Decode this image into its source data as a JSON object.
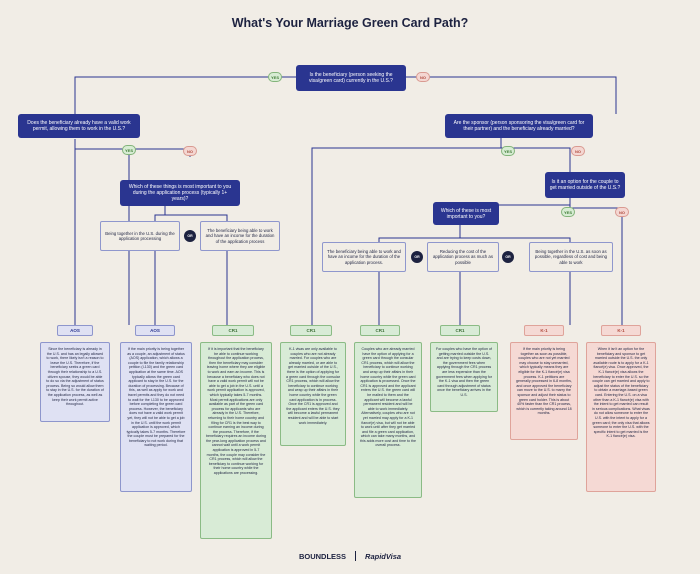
{
  "title": "What's Your Marriage Green Card Path?",
  "questions": {
    "q1": "Is the beneficiary (person seeking the visa/green card) currently in the U.S.?",
    "q2": "Does the beneficiary already have a valid work permit, allowing them to work in the U.S.?",
    "q3": "Are the sponsor (person sponsoring the visa/green card for their partner) and the beneficiary already married?",
    "q4": "Which of these things is most important to you during the application process (typically 1+ years)?",
    "q5": "Is it an option for the couple to get married outside of the U.S.?",
    "q6": "Which of these is most important to you?"
  },
  "options": {
    "o1": "Being together in the U.S. during the application processing",
    "o2": "The beneficiary being able to work and have an income for the duration of the application process",
    "o3": "The beneficiary being able to work and have an income for the duration of the application process.",
    "o4": "Reducing the cost of the application process as much as possible",
    "o5": "Being together in the U.S. as soon as possible, regardless of cost and being able to work"
  },
  "tags": {
    "yes": "YES",
    "no": "NO",
    "or": "OR"
  },
  "results": [
    {
      "label": "AOS",
      "text": "Since the beneficiary is already in the U.S. and has an legally allowed to work, there likely isn't a reason to leave the U.S. Therefore, if the beneficiary seeks a green card through their relationship to a U.S. citizen spouse, they would be able to do so via the adjustment of status process. Being so would allow them to stay in the U.S. for the duration of the application process, as well as keep their work permit active throughout."
    },
    {
      "label": "AOS",
      "text": "If the main priority is being together as a couple, an adjustment of status (AOS) application, which allows a couple to file the family relationship petition (I-130) and the green card application at the same time. AOS typically allows the green card applicant to stay in the U.S. for the duration of processing. Because of this, as well as apply for work and travel permits and they do not need to wait for the I-130 to be approved before completing the green card process. However, the beneficiary does not have a valid work permit yet, they will not be able to get a job in the U.S. until the work permit application is approved, which typically takes 5-7 months. Therefore the couple must be prepared for the beneficiary to not work during that waiting period."
    },
    {
      "label": "CR1",
      "text": "If it is important that the beneficiary be able to continue working throughout the application process, then the beneficiary may consider leaving home where they are eligible to work and earn an income. This is because a beneficiary who does not have a valid work permit will not be able to get a job in the U.S. until a work permit application is approved, which typically takes 5-7 months. Most permit applications are only available as part of the green card process for applicants who are already in the U.S. Therefore, returning to their home country and filing for CR1 is the best way to continue earning an income during the process. Therefore, if the beneficiary requires an income during the year-long application process and cannot wait until a work permit application is approved in 5-7 months, the couple may consider the CR1 process, which will allow the beneficiary to continue working for their home country while the applications are processing."
    },
    {
      "label": "CR1",
      "text": "K-1 visas are only available to couples who are not already married. For couples who are already married, or are able to get married outside of the U.S., there is the option of applying for a green card through the consular CR1 process, which will allow the beneficiary to continue working and wrap up their affairs in their home country while the green card application is in process. Once the CR1 is approved and the applicant enters the U.S. they will become a lawful permanent resident and will be able to start work immediately."
    },
    {
      "label": "CR1",
      "text": "Couples who are already married have the option of applying for a green card through the consular CR1 process, which will allow the beneficiary to continue working and wrap up their affairs in their home country while the green card application is processed. Once the CR1 is approved and the applicant enters the U.S. the green card will be mailed to them and the applicant will become a lawful permanent resident and will be able to work immediately. Alternatively, couples who are not yet married may apply for a K-1 fiancé(e) visa, but will not be able to work until after they get married and file a green card application, which can take many months, and this adds more cost and time to the overall process."
    },
    {
      "label": "CR1",
      "text": "For couples who have the option of getting married outside the U.S. and are trying to keep costs down, the government fees when applying through the CR1 process are less expensive than the government fees when applying for the K-1 visa and then the green card through adjustment of status once the beneficiary arrives in the U.S."
    },
    {
      "label": "K-1",
      "text": "If the main priority is being together as soon as possible, couples who are not yet married may choose to stay unmarried, which typically means they are eligible for the K-1 fiancé(e) visa process. K-1 petitions are generally processed in 6-8 months, and once approved the beneficiary can move to the U.S. to marry the sponsor and adjust their status to green card holder. This is about 40% faster than the CR1 process, which is currently taking around 18 months."
    },
    {
      "label": "K-1",
      "text": "When it isn't an option for the beneficiary and sponsor to get married outside the U.S. the only available route is to apply for a K-1 fiancé(e) visa. Once approved, the K-1 fiancé(e) visa allows the beneficiary to enter the U.S. so the couple can get married and apply to adjust the status of the beneficiary to obtain a marriage-based green card. Entering the U.S. on a visa other than a K-1 fiancé(e) visa with the intent to get married can result in serious complications. What visas do not allow someone to enter the U.S. with the intent to apply for a green card; the only visa that allows someone to enter the U.S. with the specific intent to get married is the K-1 fiancé(e) visa."
    }
  ],
  "footer": {
    "brand1": "BOUNDLESS",
    "sep": "|",
    "brand2": "RapidVisa"
  }
}
